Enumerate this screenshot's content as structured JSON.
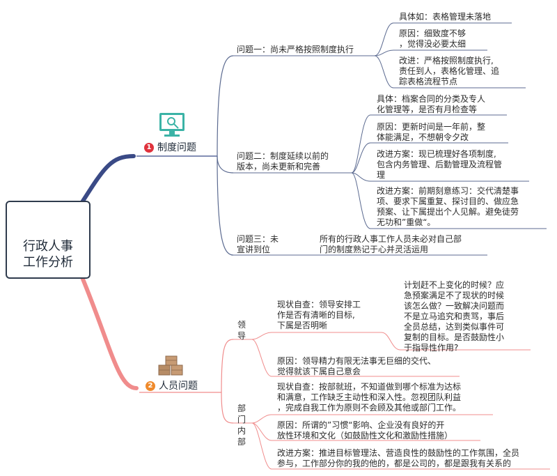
{
  "root": {
    "title": "行政人事\n工作分析",
    "icon": "magnifier-folder-icon"
  },
  "colors": {
    "blue_branch": "#3a4a86",
    "red_branch": "#f08c8c",
    "line": "#5b6a90",
    "teal": "#3bb3a6",
    "badge_red": "#e0323c",
    "badge_orange": "#ef8a2c",
    "crate": "#b78c66"
  },
  "branch1": {
    "number": "1",
    "label": "制度问题",
    "icon": "monitor-chart-icon",
    "q1": {
      "label": "问题一：尚未严格按照制度执行",
      "items": [
        "具体如：表格管理未落地",
        "原因：细致度不够\n，觉得没必要太细",
        "改进：严格按照制度执行,\n责任到人，表格化管理、追\n踪表格流程节点"
      ]
    },
    "q2": {
      "label": "问题二：制度延续以前的\n版本，尚未更新和完善",
      "items": [
        "具体：档案合同的分类及专人\n化管理等，是否有月检查等",
        "原因：更新时间是一年前，整\n体能满足，不想朝令夕改",
        "改进方案：现已梳理好各项制度,\n包含内务管理、后勤管理及流程管\n理",
        "改进方案：前期刻意练习：交代清楚事\n项、要求下属重复、探讨目的、做应急\n预案、让下属提出个人见解。避免徒劳\n无功和”重做“。"
      ]
    },
    "q3": {
      "label": "问题三：未\n宣讲到位",
      "detail": "所有的行政人事工作人员未必对自己部\n门的制度熟记于心并灵活运用"
    }
  },
  "branch2": {
    "number": "2",
    "label": "人员问题",
    "icon": "crates-icon",
    "leader": {
      "label": "领\n导",
      "current": "现状自查：领导安排工\n作是否有清晰的目标,\n下属是否明晰",
      "current_detail": "计划赶不上变化的时候？应\n急预案满足不了现状的时候\n该怎么做？一致解决问题而\n不是立马追究和责骂，事后\n全员总结，达到类似事件可\n复制的目标。是否鼓励性小\n于指导性作用?",
      "reason": "原因：领导精力有限无法事无巨细的交代、\n觉得就该下属自己意会"
    },
    "dept": {
      "label": "部\n门\n内\n部",
      "current": "现状自查：按部就班，不知道做到哪个标准为达标\n和满意，工作缺乏主动性和深入性。忽视团队利益\n，完成自我工作为原则不会顾及其他或部门工作。",
      "reason": "原因：所谓的”习惯“影响、企业没有良好的开\n放性环境和文化（如鼓励性文化和激励性措施）",
      "improve": "改进方案：推进目标管理法、营造良性的鼓励性的工作氛围，全员\n参与，工作部分你的我的他的，都是公司的，都是跟我有关系的"
    }
  }
}
